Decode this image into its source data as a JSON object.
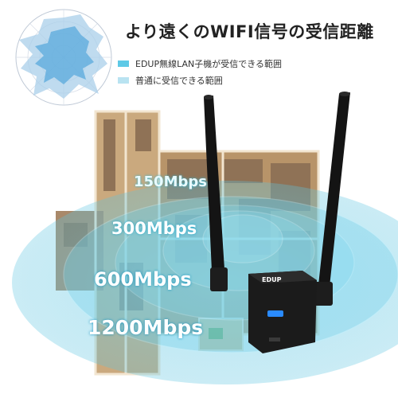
{
  "title": "より遠くのWIFI信号の受信距離",
  "legend": [
    {
      "label": "EDUP無線LAN子機が受信できる範囲",
      "color": "#5ec9e6"
    },
    {
      "label": "普通に受信できる範囲",
      "color": "#b9e3f1"
    }
  ],
  "speeds": [
    "150Mbps",
    "300Mbps",
    "600Mbps",
    "1200Mbps"
  ],
  "brand_logo_text": "EDUP",
  "icons": [
    "radar-chart-icon",
    "floor-plan-illustration",
    "wifi-adapter-device",
    "antenna-icon"
  ]
}
